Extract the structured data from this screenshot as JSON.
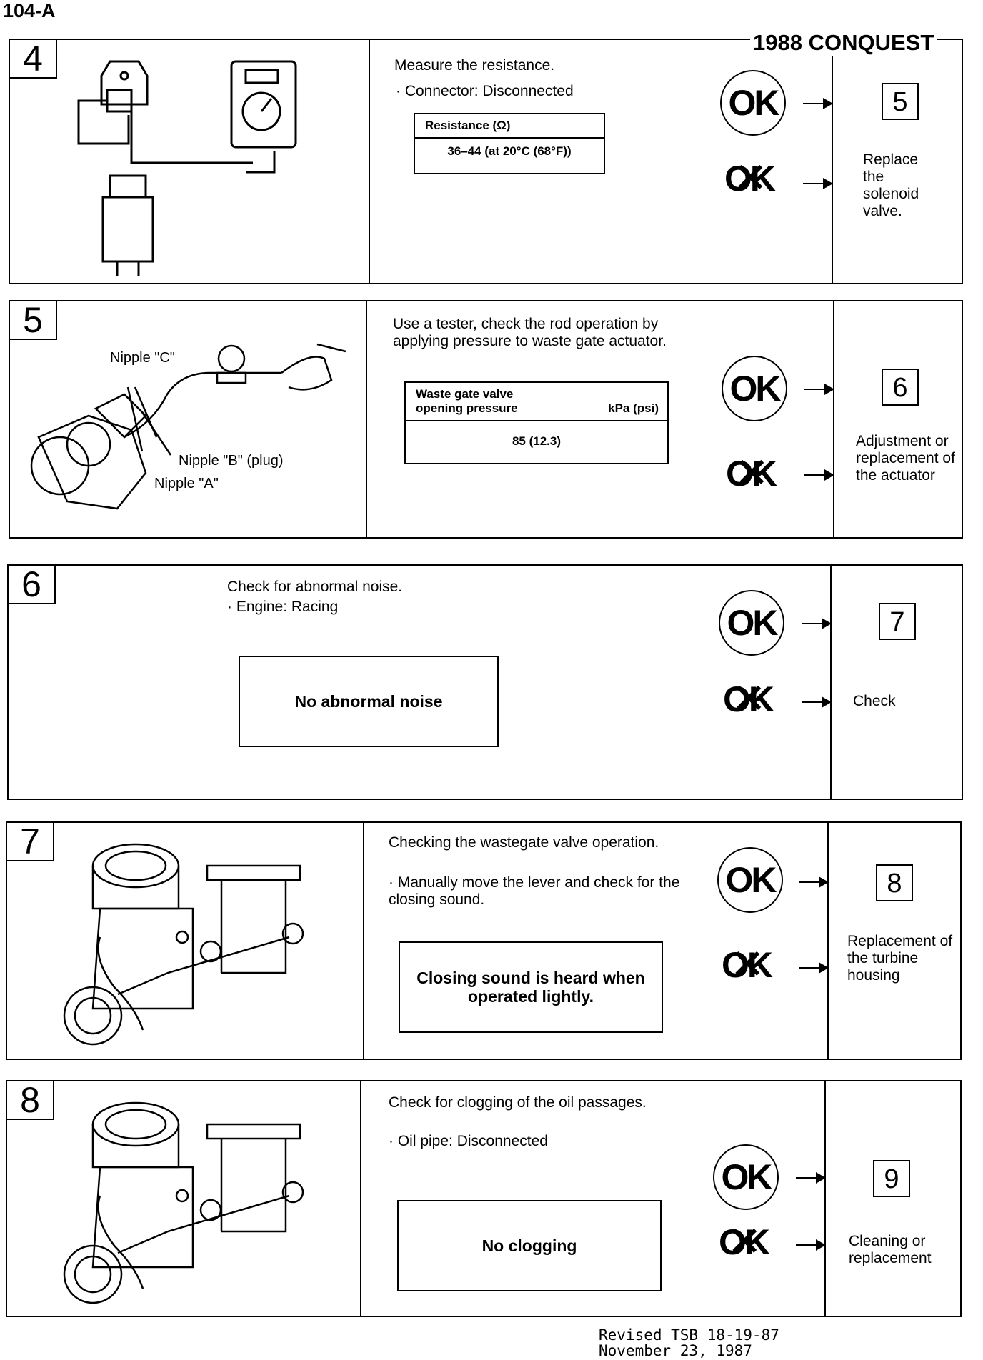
{
  "header": {
    "page_id": "104-A",
    "model": "1988 CONQUEST"
  },
  "steps": [
    {
      "number": "4",
      "instructions": [
        "Measure the resistance.",
        "· Connector: Disconnected"
      ],
      "spec_header": "Resistance (Ω)",
      "spec_value": "36–44 (at 20°C (68°F))",
      "ok_label": "OK",
      "ng_label": "OK",
      "next_step": "5",
      "ng_result": "Replace the solenoid valve."
    },
    {
      "number": "5",
      "instructions": [
        "Use a tester, check the rod operation by applying pressure to waste gate actuator."
      ],
      "spec_header_1": "Waste gate valve",
      "spec_header_2": "opening pressure",
      "spec_unit": "kPa (psi)",
      "spec_value": "85 (12.3)",
      "labels": {
        "nipple_c": "Nipple \"C\"",
        "nipple_b": "Nipple \"B\" (plug)",
        "nipple_a": "Nipple \"A\""
      },
      "ok_label": "OK",
      "ng_label": "OK",
      "next_step": "6",
      "ng_result": "Adjustment or replacement of the actuator"
    },
    {
      "number": "6",
      "instructions": [
        "Check for abnormal noise.",
        "· Engine: Racing"
      ],
      "box_text": "No abnormal noise",
      "ok_label": "OK",
      "ng_label": "OK",
      "next_step": "7",
      "ng_result": "Check"
    },
    {
      "number": "7",
      "instructions": [
        "Checking the wastegate valve operation.",
        "· Manually move the lever and check for the closing sound."
      ],
      "box_text": "Closing sound is heard when operated lightly.",
      "ok_label": "OK",
      "ng_label": "OK",
      "next_step": "8",
      "ng_result": "Replacement of the turbine housing"
    },
    {
      "number": "8",
      "instructions": [
        "Check for clogging of the oil passages.",
        "· Oil pipe: Disconnected"
      ],
      "box_text": "No clogging",
      "ok_label": "OK",
      "ng_label": "OK",
      "next_step": "9",
      "ng_result": "Cleaning or replacement"
    }
  ],
  "footer": {
    "line1": "Revised TSB 18-19-87",
    "line2": "November 23, 1987"
  }
}
